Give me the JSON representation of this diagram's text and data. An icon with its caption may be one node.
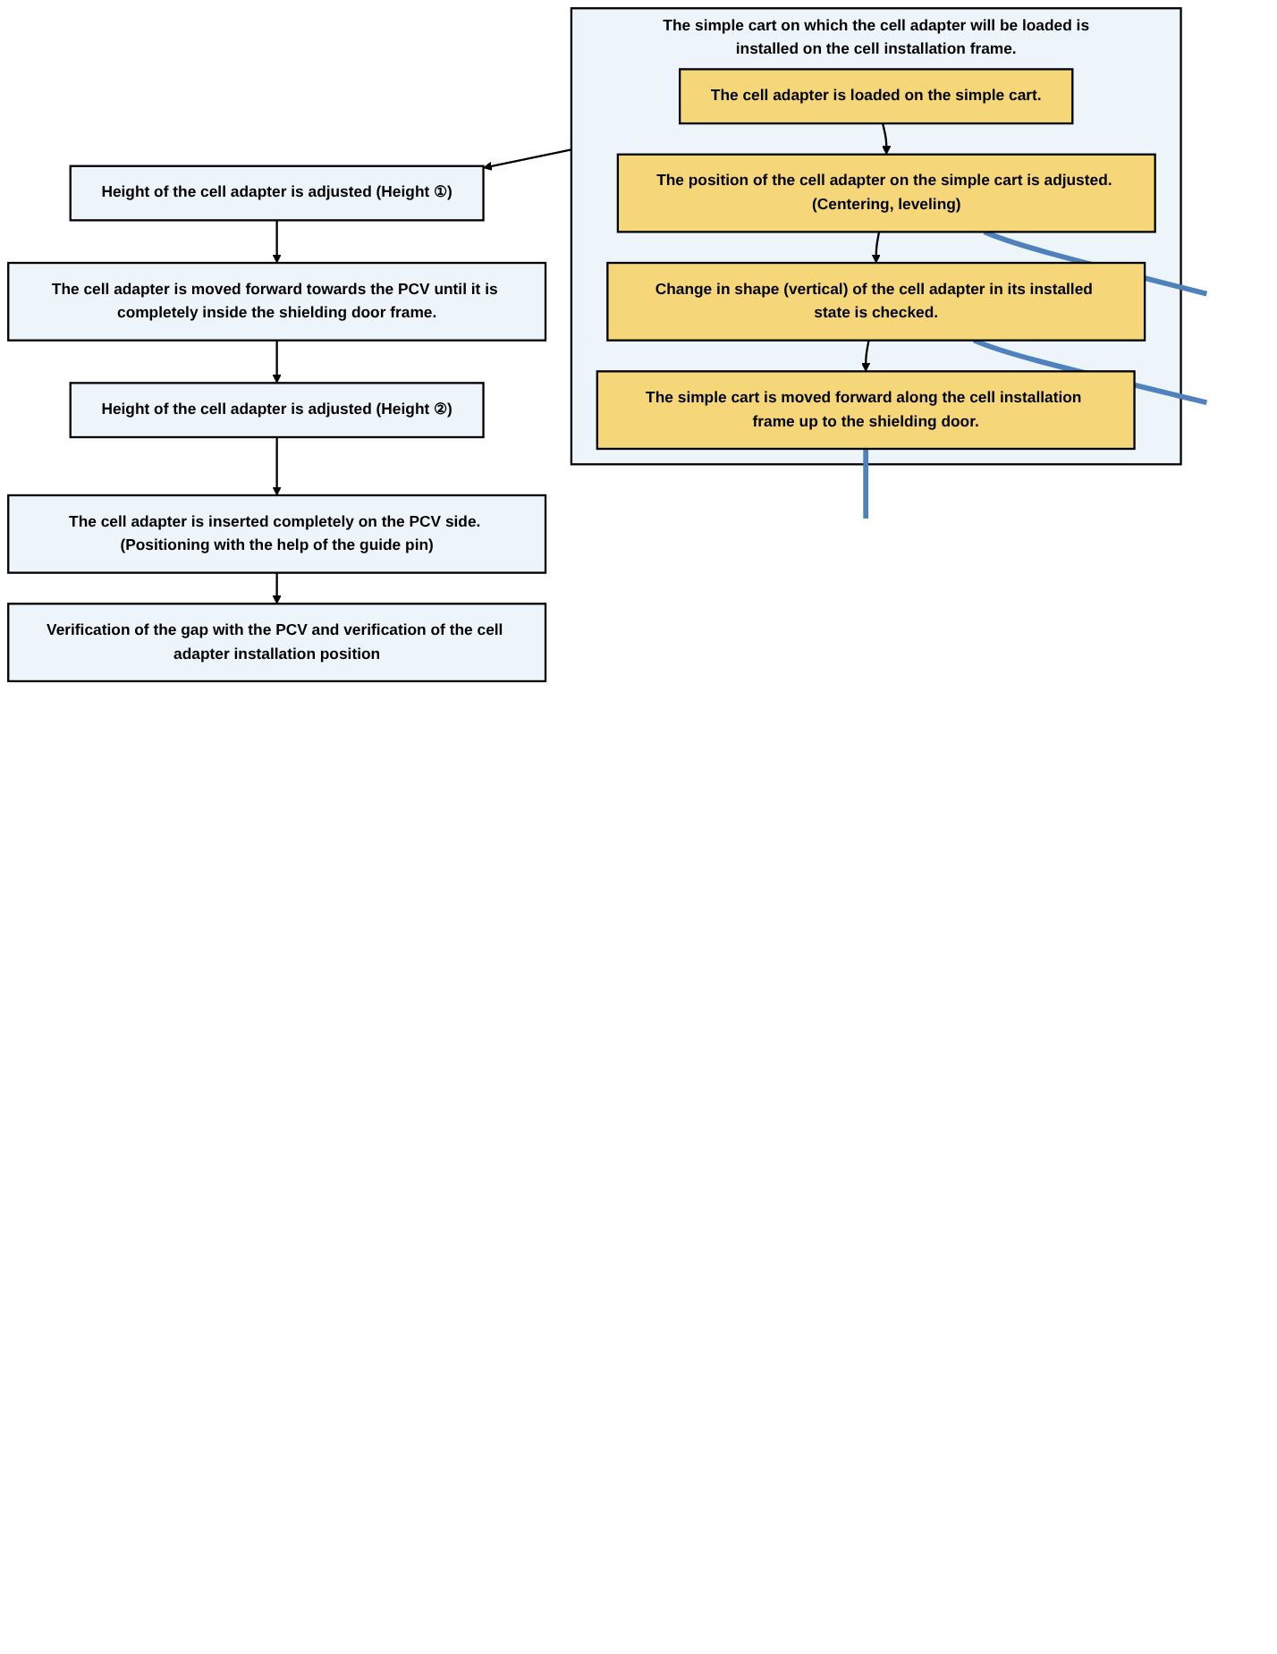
{
  "diagram": {
    "nodes": [
      {
        "text": [
          "The simple cart on which the cell adapter will be loaded is installed on the cell installation frame."
        ]
      },
      {
        "text": [
          "The cell adapter is loaded on the simple cart."
        ],
        "in": 0
      },
      {
        "text": [
          "The position of the cell adapter on the simple cart is adjusted. (Centering, leveling)"
        ],
        "in": 0
      },
      {
        "text": [
          "Change in shape (vertical) of the cell adapter in its installed state is checked."
        ],
        "in": 0
      },
      {
        "text": [
          "The simple cart is moved forward along the cell installation frame up to the shielding door."
        ],
        "in": 0
      },
      {
        "text": [
          "Height of the cell adapter is adjusted (Height ①)"
        ]
      },
      {
        "text": [
          "The cell adapter is moved forward towards the PCV until it is completely inside the shielding door frame."
        ]
      },
      {
        "text": [
          "Height of the cell adapter is adjusted (Height ②)"
        ]
      },
      {
        "text": [
          "The cell adapter is inserted completely on the PCV side. (Positioning with the help of the guide pin)"
        ]
      },
      {
        "text": [
          "Verification of the gap with the PCV and verification of the cell adapter installation position"
        ]
      }
    ],
    "edges": [
      {
        "from": 1,
        "to": 2,
        "arrow": "to"
      },
      {
        "from": 2,
        "to": 3,
        "arrow": "to"
      },
      {
        "from": 3,
        "to": 4,
        "arrow": "to"
      },
      {
        "from": 0,
        "to": 5,
        "arrow": "to"
      },
      {
        "from": 5,
        "to": 6,
        "arrow": "to"
      },
      {
        "from": 6,
        "to": 7,
        "arrow": "to"
      },
      {
        "from": 7,
        "to": 8,
        "arrow": "to"
      },
      {
        "from": 8,
        "to": 9,
        "arrow": "to"
      },
      {
        "from": 2,
        "to": null,
        "arrow": "none",
        "style": "thick",
        "color": "#4f81bd"
      },
      {
        "from": 3,
        "to": null,
        "arrow": "none",
        "style": "thick",
        "color": "#4f81bd"
      },
      {
        "from": 4,
        "to": null,
        "arrow": "none",
        "style": "thick",
        "color": "#4f81bd"
      }
    ]
  }
}
